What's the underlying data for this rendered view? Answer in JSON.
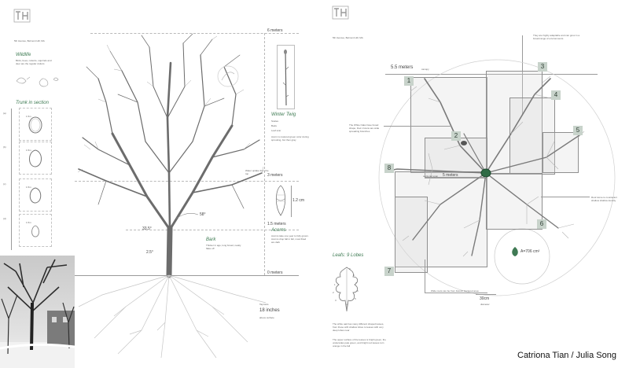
{
  "left": {
    "meta_line": "5th Avenue, Belmont Hill, MA",
    "wildlife": {
      "title": "Wildlife",
      "note": "Birds, bees, rodents, squirrels and deer are the regular visitors"
    },
    "trunk_section": {
      "title": "Trunk in section",
      "levels": [
        "(a)",
        "(b)",
        "(c)",
        "(d)"
      ],
      "sizes": [
        "1.5m",
        "1.5m",
        "1.5m",
        "1.5m"
      ]
    },
    "winter_twig": {
      "title": "Winter Twig",
      "lines": [
        "Scales",
        "Buds",
        "Leaf scar"
      ],
      "note": "Acorn is matured green color during sprouting, but then gray"
    },
    "measures": {
      "top": "6 meters",
      "mid": "3 meters",
      "low": "1.5 meters",
      "ground": "0 meters",
      "acorn_size": "1.2 cm"
    },
    "angles": {
      "a1": "58°",
      "a2": "33.5°",
      "a3": "2.5°"
    },
    "bark": {
      "title": "Bark",
      "note": "Thicker in age, long broad, neatly flake off"
    },
    "acorns": {
      "title": "Acorns",
      "note": "Acorns take one year to fully grown. Acorns drop fall in fall, most fitted are dark"
    },
    "water_note": "Water uptake from the top",
    "roots": {
      "title": "Taproots",
      "depth": "18 inches",
      "sub": "above surface"
    }
  },
  "right": {
    "meta_line": "5th Avenue, Belmont Hill, MA",
    "top_note": "They are highly adaptable and can grow in a broad range of environments",
    "width_label": "5.5 meters",
    "width_sub": "canopy",
    "inner_label": "5 meters",
    "inner_sub": "sectional span",
    "left_note": "The White Oaks have broad shape, their crowns are wide spreading branches",
    "right_note": "Roof stone to counteract shallow shallow density",
    "boxes": [
      "1",
      "2",
      "3",
      "4",
      "5",
      "6",
      "7",
      "8"
    ],
    "area": "A=706 cm²",
    "leaf": {
      "title": "Leafs: 9 Lobes",
      "lobes": [
        "1",
        "2",
        "3",
        "4",
        "5",
        "6",
        "7",
        "8",
        "9"
      ],
      "note1": "The white oak has many different shaped leaves, from those with shallow lobes to leaves with very deep lobes near",
      "note2": "The upper surface of the leaves is bright green, the undersides pale green, and bright red leaves turn orange in the fall"
    },
    "bottom_note": "Wide roots can be from branch fractured area",
    "trunk_width": "30cm",
    "trunk_sub": "diameter"
  },
  "credit": "Catriona Tian / Julia Song"
}
